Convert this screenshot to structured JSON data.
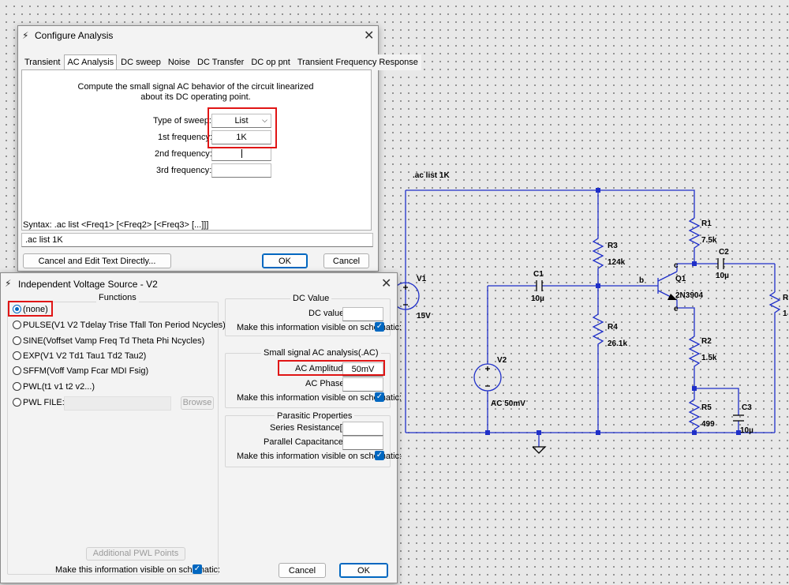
{
  "schematic": {
    "directive": ".ac list 1K",
    "components": {
      "v1_name": "V1",
      "v1_value": "15V",
      "v2_name": "V2",
      "v2_value": "AC 50mV",
      "c1_name": "C1",
      "c1_value": "10µ",
      "c2_name": "C2",
      "c2_value": "10µ",
      "c3_name": "C3",
      "c3_value": "10µ",
      "r1_name": "R1",
      "r1_value": "7.5k",
      "r2_name": "R2",
      "r2_value": "1.5k",
      "r3_name": "R3",
      "r3_value": "124k",
      "r4_name": "R4",
      "r4_value": "26.1k",
      "r5_name": "R5",
      "r5_value": "499",
      "rl_name": "R",
      "rl_value": "1",
      "q1_name": "Q1",
      "q1_value": "2N3904",
      "pin_b": "b",
      "pin_c": "c",
      "pin_e": "e"
    },
    "wire_color": "#1f2fc8",
    "node_color": "#1f2fc8"
  },
  "configure_analysis": {
    "title": "Configure Analysis",
    "tabs": [
      "Transient",
      "AC Analysis",
      "DC sweep",
      "Noise",
      "DC Transfer",
      "DC op pnt",
      "Transient Frequency Response"
    ],
    "active_tab": "AC Analysis",
    "description": "Compute the small signal AC behavior of the circuit linearized about its DC operating point.",
    "type_of_sweep_label": "Type of sweep:",
    "type_of_sweep_value": "List",
    "freq1_label": "1st frequency:",
    "freq1_value": "1K",
    "freq2_label": "2nd frequency:",
    "freq2_value": "",
    "freq3_label": "3rd frequency:",
    "freq3_value": "",
    "syntax": "Syntax:  .ac list <Freq1> [<Freq2> [<Freq3> [...]]]",
    "command_text": ".ac list 1K",
    "cancel_edit_label": "Cancel and Edit Text Directly...",
    "ok_label": "OK",
    "cancel_label": "Cancel"
  },
  "voltage_source": {
    "title": "Independent Voltage Source - V2",
    "functions_title": "Functions",
    "functions": [
      {
        "label": "(none)",
        "checked": true
      },
      {
        "label": "PULSE(V1 V2 Tdelay Trise Tfall Ton Period Ncycles)",
        "checked": false
      },
      {
        "label": "SINE(Voffset Vamp Freq Td Theta Phi Ncycles)",
        "checked": false
      },
      {
        "label": "EXP(V1 V2 Td1 Tau1 Td2 Tau2)",
        "checked": false
      },
      {
        "label": "SFFM(Voff Vamp Fcar MDI Fsig)",
        "checked": false
      },
      {
        "label": "PWL(t1 v1 t2 v2...)",
        "checked": false
      },
      {
        "label": "PWL FILE:",
        "checked": false
      }
    ],
    "browse_label": "Browse",
    "additional_pwl_label": "Additional PWL Points",
    "make_visible_label": "Make this information visible on schematic:",
    "dc_value_title": "DC Value",
    "dc_value_label": "DC value:",
    "dc_value": "",
    "small_signal_title": "Small signal AC analysis(.AC)",
    "ac_amplitude_label": "AC Amplitude:",
    "ac_amplitude_value": "50mV",
    "ac_phase_label": "AC Phase:",
    "ac_phase_value": "",
    "parasitic_title": "Parasitic Properties",
    "series_resistance_label": "Series Resistance[Ω]:",
    "parallel_capacitance_label": "Parallel Capacitance[F]:",
    "cancel_label": "Cancel",
    "ok_label": "OK"
  },
  "accent_color": "#0067c0",
  "highlight_color": "#e01515"
}
